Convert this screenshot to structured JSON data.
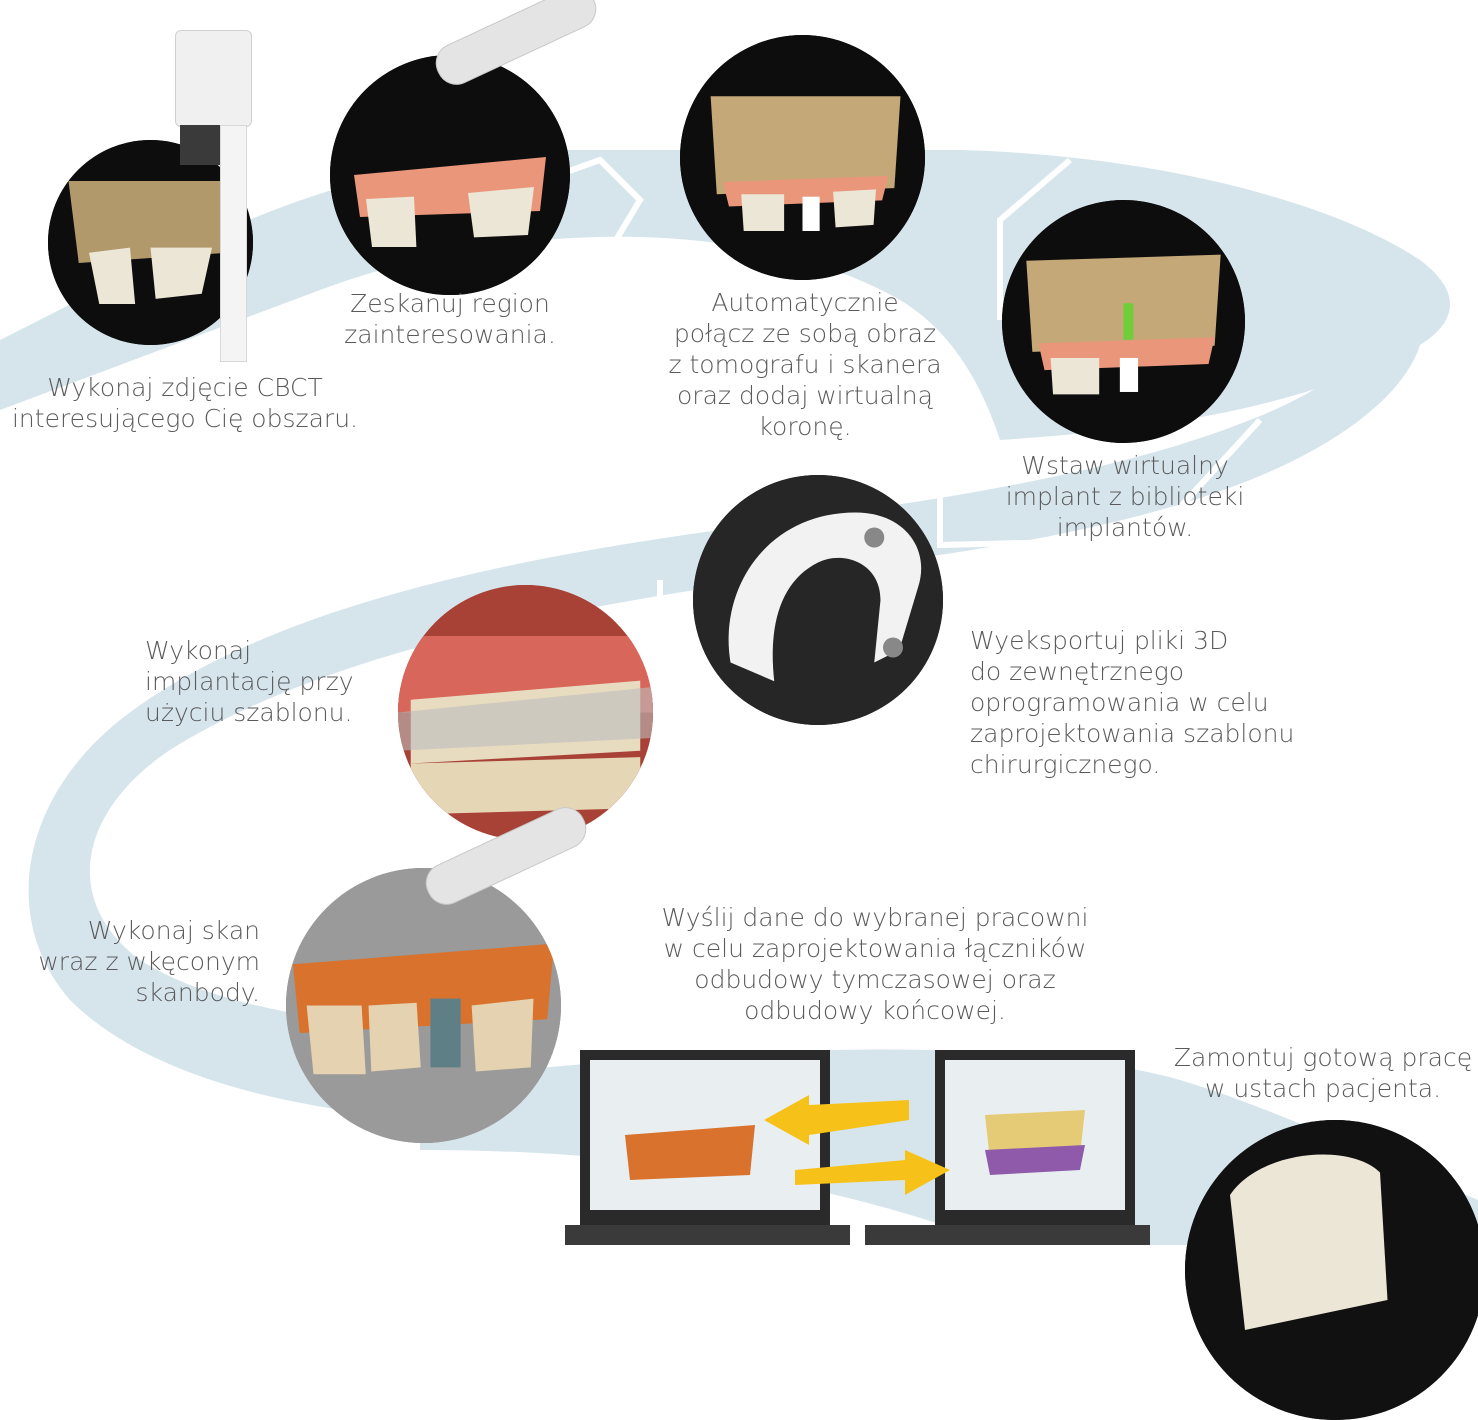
{
  "colors": {
    "ribbon": "#d6e5ec",
    "ribbon_edge": "#ffffff",
    "circle_dark": "#0d0d0d",
    "bone": "#c4a877",
    "gum": "#e9967a",
    "tooth": "#ece6d6",
    "arrow": "#f6c21a"
  },
  "steps": [
    {
      "id": "cbct",
      "text": "Wykonaj zdjęcie CBCT\ninteresującego Cię obszaru.",
      "icon": "cbct-scanner-icon"
    },
    {
      "id": "scan",
      "text": "Zeskanuj region\nzainteresowania.",
      "icon": "intraoral-scanner-icon"
    },
    {
      "id": "merge",
      "text": "Automatycznie\npołącz ze sobą obraz\nz tomografu i skanera\noraz dodaj wirtualną\nkoronę.",
      "icon": "merged-model-icon"
    },
    {
      "id": "implant",
      "text": "Wstaw wirtualny\nimplant z biblioteki\nimplantów.",
      "icon": "virtual-implant-icon"
    },
    {
      "id": "export",
      "text": "Wyeksportuj pliki 3D\ndo zewnętrznego\noprogramowania w celu\nzaprojektowania szablonu\nchirurgicznego.",
      "icon": "surgical-guide-icon"
    },
    {
      "id": "surgery",
      "text": "Wykonaj\nimplantację przy\nużyciu szablonu.",
      "icon": "guided-surgery-photo-icon"
    },
    {
      "id": "scanbody",
      "text": "Wykonaj skan\nwraz z wkęconym\nskanbody.",
      "icon": "scanbody-scan-icon"
    },
    {
      "id": "send",
      "text": "Wyślij dane do wybranej pracowni\nw celu zaprojektowania łączników\nodbudowy tymczasowej oraz\nodbudowy końcowej.",
      "icon": "laptops-exchange-icon"
    },
    {
      "id": "final",
      "text": "Zamontuj gotową pracę\nw ustach pacjenta.",
      "icon": "final-restoration-icon"
    }
  ]
}
